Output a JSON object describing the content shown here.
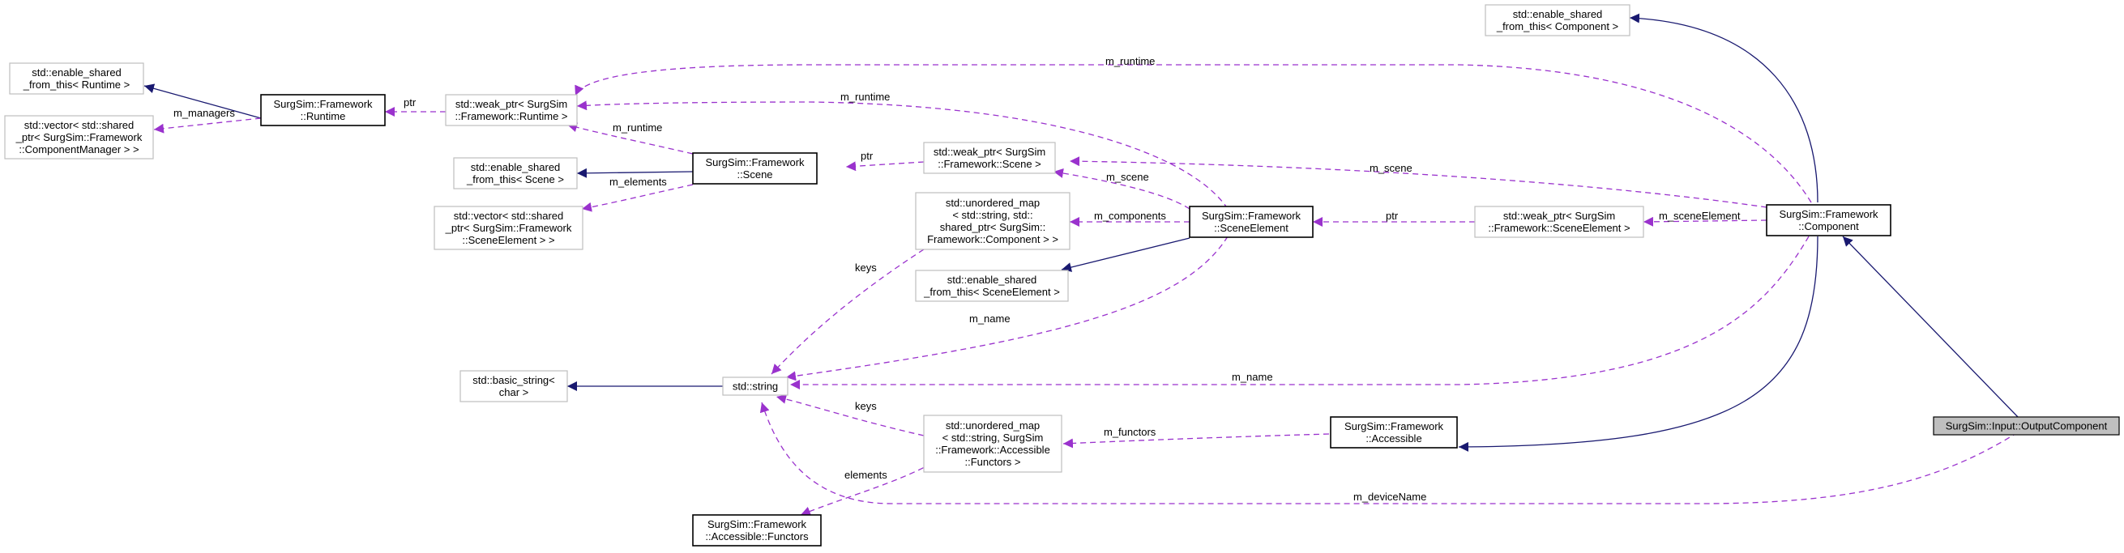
{
  "colors": {
    "inherit": "#191970",
    "usage": "#9a32cd",
    "node_border_strong": "#000000",
    "node_border_weak": "#bfbfbf",
    "node_fill": "#ffffff",
    "focus_fill": "#bfbfbf"
  },
  "nodes": [
    {
      "id": "esft_component",
      "lines": [
        "std::enable_shared",
        "_from_this< Component >"
      ]
    },
    {
      "id": "esft_runtime",
      "lines": [
        "std::enable_shared",
        "_from_this< Runtime >"
      ]
    },
    {
      "id": "runtime",
      "lines": [
        "SurgSim::Framework",
        "::Runtime"
      ]
    },
    {
      "id": "weak_runtime",
      "lines": [
        "std::weak_ptr< SurgSim",
        "::Framework::Runtime >"
      ]
    },
    {
      "id": "vector_cm",
      "lines": [
        "std::vector< std::shared",
        "_ptr< SurgSim::Framework",
        "::ComponentManager > >"
      ]
    },
    {
      "id": "esft_scene",
      "lines": [
        "std::enable_shared",
        "_from_this< Scene >"
      ]
    },
    {
      "id": "scene",
      "lines": [
        "SurgSim::Framework",
        "::Scene"
      ]
    },
    {
      "id": "weak_scene",
      "lines": [
        "std::weak_ptr< SurgSim",
        "::Framework::Scene >"
      ]
    },
    {
      "id": "vector_se",
      "lines": [
        "std::vector< std::shared",
        "_ptr< SurgSim::Framework",
        "::SceneElement > >"
      ]
    },
    {
      "id": "umap_comp",
      "lines": [
        "std::unordered_map",
        "< std::string, std::",
        "shared_ptr< SurgSim::",
        "Framework::Component > >"
      ]
    },
    {
      "id": "esft_se",
      "lines": [
        "std::enable_shared",
        "_from_this< SceneElement >"
      ]
    },
    {
      "id": "scene_element",
      "lines": [
        "SurgSim::Framework",
        "::SceneElement"
      ]
    },
    {
      "id": "weak_se",
      "lines": [
        "std::weak_ptr< SurgSim",
        "::Framework::SceneElement >"
      ]
    },
    {
      "id": "component",
      "lines": [
        "SurgSim::Framework",
        "::Component"
      ]
    },
    {
      "id": "basic_string",
      "lines": [
        "std::basic_string<",
        "char >"
      ]
    },
    {
      "id": "string",
      "lines": [
        "std::string"
      ]
    },
    {
      "id": "umap_func",
      "lines": [
        "std::unordered_map",
        "< std::string, SurgSim",
        "::Framework::Accessible",
        "::Functors >"
      ]
    },
    {
      "id": "accessible",
      "lines": [
        "SurgSim::Framework",
        "::Accessible"
      ]
    },
    {
      "id": "output_component",
      "lines": [
        "SurgSim::Input::OutputComponent"
      ]
    },
    {
      "id": "functors",
      "lines": [
        "SurgSim::Framework",
        "::Accessible::Functors"
      ]
    }
  ],
  "edge_labels": {
    "m_runtime_component": "m_runtime",
    "ptr_runtime": "ptr",
    "m_managers": "m_managers",
    "m_runtime_scene": "m_runtime",
    "m_runtime_se": "m_runtime",
    "ptr_scene": "ptr",
    "m_elements": "m_elements",
    "m_scene_se": "m_scene",
    "m_scene_component": "m_scene",
    "m_components": "m_components",
    "ptr_se": "ptr",
    "m_sceneElement": "m_sceneElement",
    "keys_comp": "keys",
    "m_name_se": "m_name",
    "m_name_component": "m_name",
    "keys_func": "keys",
    "m_functors": "m_functors",
    "elements": "elements",
    "m_deviceName": "m_deviceName"
  }
}
